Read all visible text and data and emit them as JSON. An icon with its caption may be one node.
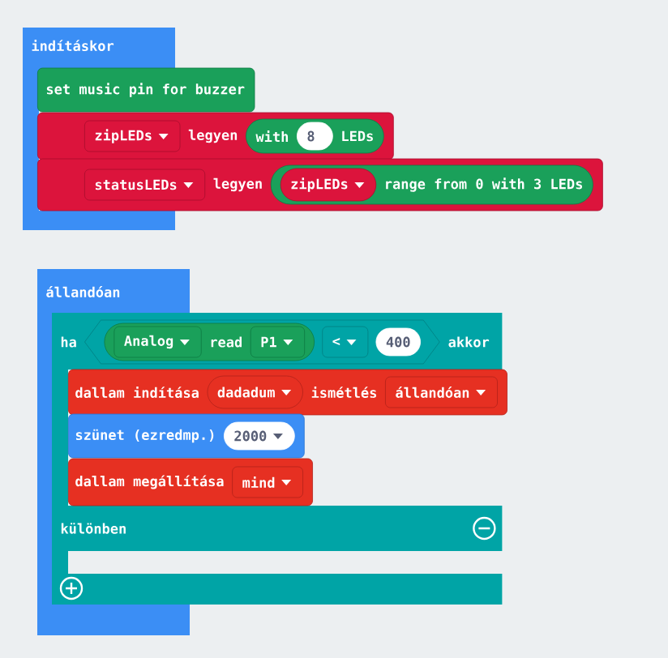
{
  "diagram": {
    "nodes": [
      {
        "text": [
          "indításkor"
        ]
      },
      {
        "text": [
          "set music pin for buzzer"
        ]
      },
      {
        "text": [
          "legyen"
        ]
      },
      {
        "text": [
          "zipLEDs"
        ],
        "in": 2
      },
      {
        "text": [
          "with",
          "LEDs"
        ],
        "in": 2
      },
      {
        "text": [
          "8"
        ],
        "in": 4
      },
      {
        "text": [
          "legyen"
        ]
      },
      {
        "text": [
          "statusLEDs"
        ],
        "in": 6
      },
      {
        "text": [
          "range from 0 with 3 LEDs"
        ],
        "in": 6
      },
      {
        "text": [
          "zipLEDs"
        ],
        "in": 8
      },
      {
        "text": [
          "állandóan"
        ]
      },
      {
        "text": [
          "ha",
          "akkor",
          "különben"
        ]
      },
      {
        "text": [],
        "shape": "hexagon",
        "in": 11
      },
      {
        "text": [
          "read"
        ],
        "in": 12
      },
      {
        "text": [
          "Analog"
        ],
        "in": 13
      },
      {
        "text": [
          "P1"
        ],
        "in": 13
      },
      {
        "text": [
          "<"
        ],
        "in": 12
      },
      {
        "text": [
          "400"
        ],
        "in": 12
      },
      {
        "text": [
          "dallam indítása",
          "ismétlés"
        ],
        "in": 11
      },
      {
        "text": [
          "dadadum"
        ],
        "in": 18
      },
      {
        "text": [
          "állandóan"
        ],
        "in": 18
      },
      {
        "text": [
          "szünet (ezredmp.)"
        ],
        "in": 11
      },
      {
        "text": [
          "2000"
        ],
        "in": 21
      },
      {
        "text": [
          "dallam megállítása"
        ],
        "in": 11
      },
      {
        "text": [
          "mind"
        ],
        "in": 23
      }
    ]
  }
}
